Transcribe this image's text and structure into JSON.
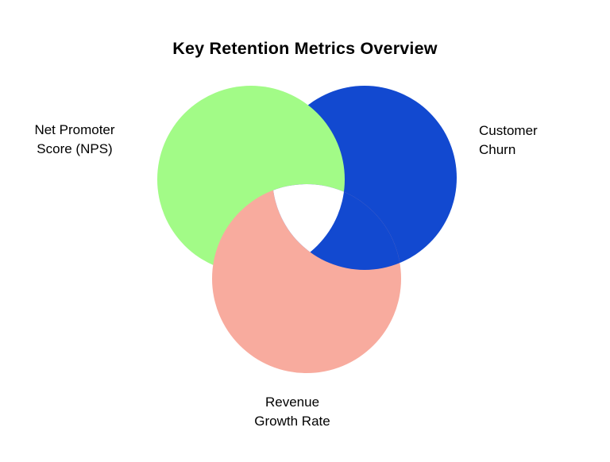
{
  "title": "Key Retention Metrics Overview",
  "diagram": {
    "type": "venn-3",
    "background_color": "#ffffff",
    "center_overlap_color": "#ffffff",
    "sets": [
      {
        "name": "Net Promoter Score (NPS)",
        "label_line1": "Net Promoter",
        "label_line2": "Score (NPS)",
        "color": "#a2fb87"
      },
      {
        "name": "Customer Churn",
        "label_line1": "Customer",
        "label_line2": "Churn",
        "color": "#1249d0"
      },
      {
        "name": "Revenue Growth Rate",
        "label_line1": "Revenue",
        "label_line2": "Growth Rate",
        "color": "#f8ab9e"
      }
    ]
  }
}
